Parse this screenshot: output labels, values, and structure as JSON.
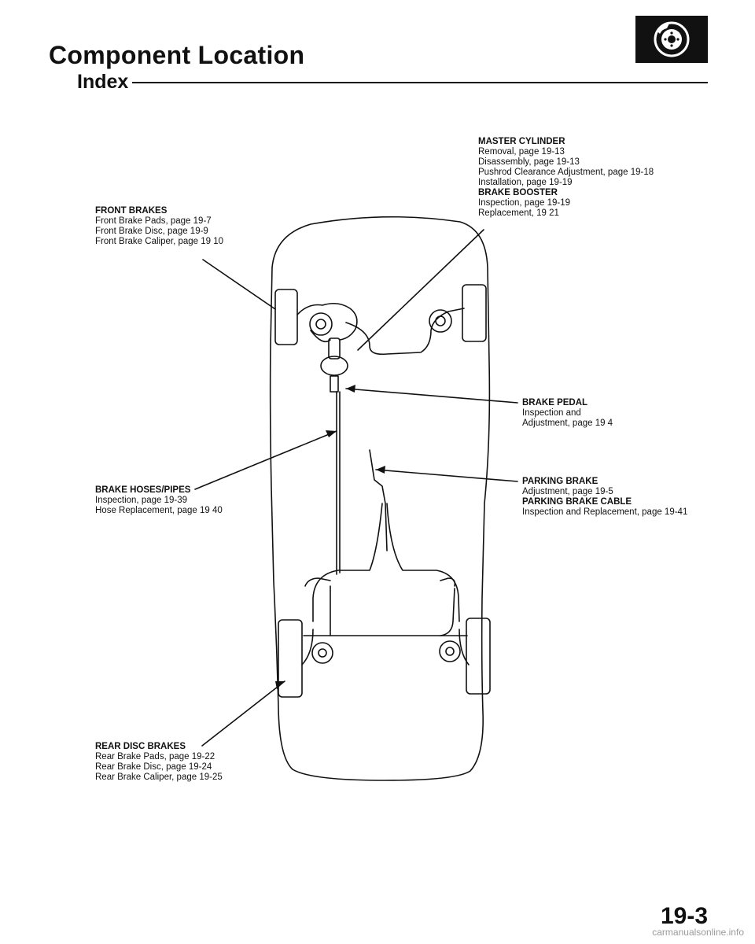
{
  "header": {
    "title": "Component Location",
    "subtitle": "Index",
    "icon": "brake-disc-icon"
  },
  "callouts": {
    "front_brakes": {
      "heading": "FRONT BRAKES",
      "lines": [
        "Front Brake Pads, page 19-7",
        "Front Brake Disc, page 19-9",
        "Front Brake Caliper, page 19 10"
      ]
    },
    "master_cylinder": {
      "heading": "MASTER CYLINDER",
      "lines": [
        "Removal, page 19-13",
        "Disassembly, page 19-13",
        "Pushrod Clearance Adjustment, page 19-18",
        "Installation, page 19-19"
      ]
    },
    "brake_booster": {
      "heading": "BRAKE BOOSTER",
      "lines": [
        "Inspection, page 19-19",
        "Replacement, 19 21"
      ]
    },
    "brake_pedal": {
      "heading": "BRAKE PEDAL",
      "lines": [
        "Inspection and",
        "Adjustment, page 19 4"
      ]
    },
    "brake_hoses": {
      "heading": "BRAKE HOSES/PIPES",
      "lines": [
        "Inspection, page 19-39",
        "Hose Replacement, page 19 40"
      ]
    },
    "parking_brake": {
      "heading": "PARKING BRAKE",
      "lines": [
        "Adjustment, page 19-5"
      ]
    },
    "parking_brake_cable": {
      "heading": "PARKING BRAKE CABLE",
      "lines": [
        "Inspection and Replacement, page 19-41"
      ]
    },
    "rear_disc_brakes": {
      "heading": "REAR DISC BRAKES",
      "lines": [
        "Rear Brake Pads, page 19-22",
        "Rear Brake Disc, page 19-24",
        "Rear Brake Caliper, page 19-25"
      ]
    }
  },
  "page_number": "19-3",
  "footer": "carmanualsonline.info"
}
